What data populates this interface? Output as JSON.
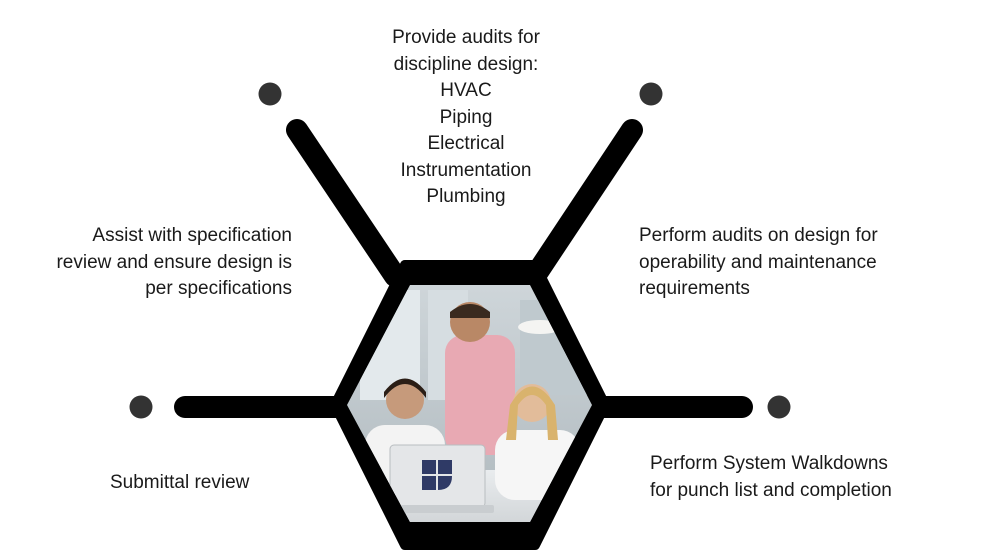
{
  "diagram": {
    "center_photo": {
      "subject": "three people reviewing a laptop together"
    },
    "branches": {
      "top": [
        "Provide audits for",
        "discipline design:",
        "HVAC",
        "Piping",
        "Electrical",
        "Instrumentation",
        "Plumbing"
      ],
      "left": [
        "Assist with specification",
        "review and ensure design is",
        "per specifications"
      ],
      "right": [
        "Perform audits on design for",
        "operability and maintenance",
        "requirements"
      ],
      "bottom_left": [
        "Submittal review"
      ],
      "bottom_right": [
        "Perform System Walkdowns",
        "for punch list and completion"
      ]
    },
    "colors": {
      "frame": "#000000",
      "node": "#333333",
      "text": "#1a1a1a"
    }
  }
}
